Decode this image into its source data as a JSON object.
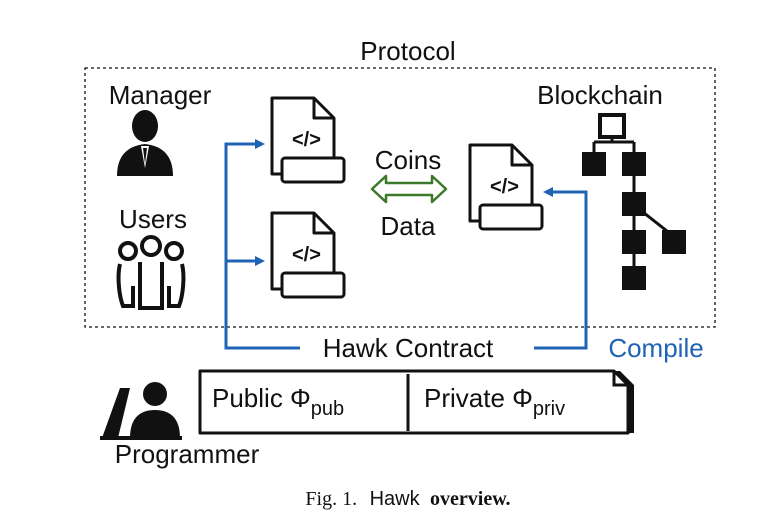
{
  "diagram": {
    "title": "Protocol",
    "labels": {
      "manager": "Manager",
      "users": "Users",
      "blockchain": "Blockchain",
      "coins": "Coins",
      "data": "Data",
      "hawk_contract": "Hawk Contract",
      "compile": "Compile",
      "programmer": "Programmer"
    },
    "contract_box": {
      "public_label": "Public Φ",
      "public_sub": "pub",
      "private_label": "Private Φ",
      "private_sub": "priv"
    },
    "colors": {
      "arrow_blue": "#1f63b4",
      "arrow_green": "#3b7a2a",
      "ink": "#111111"
    },
    "icons": [
      "manager-icon",
      "users-icon",
      "code-file-icon",
      "blockchain-icon",
      "programmer-icon"
    ]
  },
  "caption": {
    "prefix": "Fig. 1.",
    "name": "Hawk",
    "rest": "overview."
  }
}
